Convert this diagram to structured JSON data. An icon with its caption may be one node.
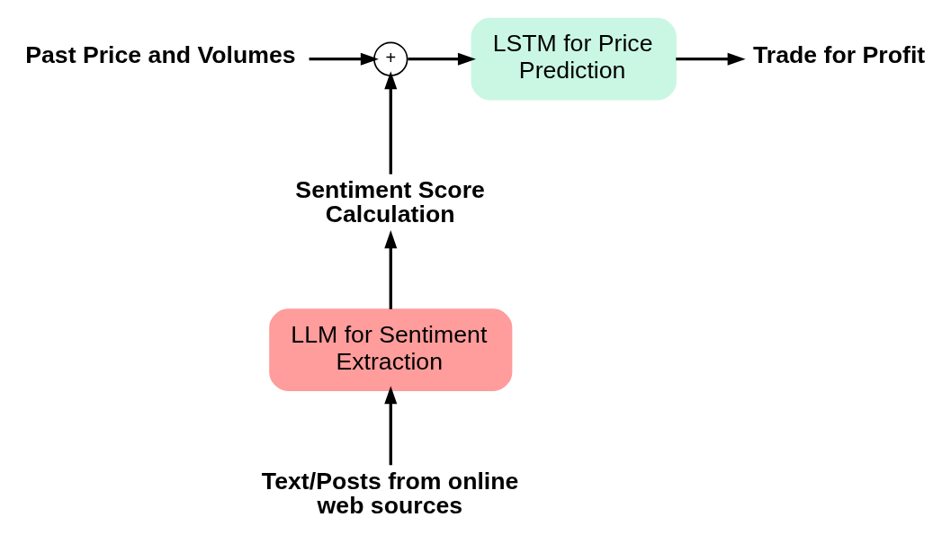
{
  "diagram": {
    "nodes": [
      {
        "text": [
          "Past Price and Volumes"
        ]
      },
      {
        "text": [
          "+"
        ]
      },
      {
        "text": [
          "LSTM for Price Prediction"
        ]
      },
      {
        "text": [
          "Trade for Profit"
        ]
      },
      {
        "text": [
          "Sentiment Score Calculation"
        ]
      },
      {
        "text": [
          "LLM for Sentiment Extraction"
        ]
      },
      {
        "text": [
          "Text/Posts from online web sources"
        ]
      }
    ],
    "edges": [
      {
        "from": 0,
        "to": 1,
        "arrow": "to"
      },
      {
        "from": 1,
        "to": 2,
        "arrow": "to"
      },
      {
        "from": 2,
        "to": 3,
        "arrow": "to"
      },
      {
        "from": 4,
        "to": 1,
        "arrow": "to"
      },
      {
        "from": 5,
        "to": 4,
        "arrow": "to"
      },
      {
        "from": 6,
        "to": 5,
        "arrow": "to"
      }
    ]
  }
}
